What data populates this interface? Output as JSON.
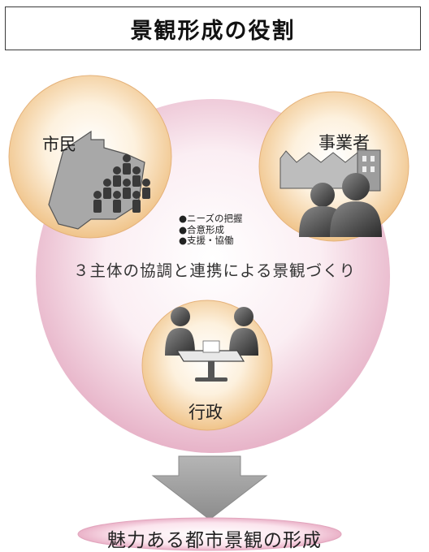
{
  "title": "景観形成の役割",
  "actors": {
    "citizen": "市民",
    "business": "事業者",
    "government": "行政"
  },
  "bullets": [
    "●ニーズの把握",
    "●合意形成",
    "●支援・協働"
  ],
  "caption": "３主体の協調と連携による景観づくり",
  "result": "魅力ある都市景観の形成",
  "colors": {
    "big_circle": "#ecc2d4",
    "actor_circle": "#f6d6a8",
    "arrow": "#9a9a9a",
    "result_ellipse": "#f2c9d8"
  }
}
